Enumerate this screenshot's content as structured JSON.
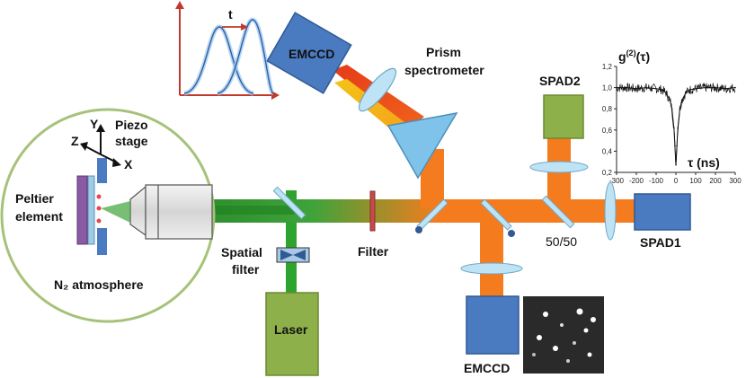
{
  "labels": {
    "emccd_top": "EMCCD",
    "prism_line1": "Prism",
    "prism_line2": "spectrometer",
    "spad2": "SPAD2",
    "spad1": "SPAD1",
    "beamsplitter": "50/50",
    "filter": "Filter",
    "spatial_filter_line1": "Spatial",
    "spatial_filter_line2": "filter",
    "laser": "Laser",
    "emccd_bottom": "EMCCD",
    "peltier_line1": "Peltier",
    "peltier_line2": "element",
    "n2_atmosphere": "N₂ atmosphere",
    "piezo_line1": "Piezo",
    "piezo_line2": "stage",
    "axis_y": "Y",
    "axis_z": "Z",
    "axis_x": "X",
    "time_label": "t"
  },
  "colors": {
    "emission_beam": "#f57c1e",
    "excitation_beam": "#2ea32e",
    "detector_blue": "#4a7abf",
    "laser_green": "#8db04a",
    "prism": "#7fc3ea",
    "lens": "#bde3f5",
    "peltier": "#8a5aa5",
    "enclosure_outline": "#a6c27a",
    "trace": "#111111"
  },
  "chart_data": {
    "type": "line",
    "title": "g(2)(τ)",
    "xlabel": "τ (ns)",
    "ylabel": "",
    "xlim": [
      -300,
      300
    ],
    "ylim": [
      0.2,
      1.2
    ],
    "xticks": [
      "-300",
      "-200",
      "-100",
      "0",
      "100",
      "200",
      "300"
    ],
    "yticks": [
      "0,2",
      "0,4",
      "0,6",
      "0,8",
      "1,0",
      "1,2"
    ],
    "x": [
      -300,
      -250,
      -200,
      -150,
      -100,
      -70,
      -50,
      -30,
      -20,
      -10,
      -5,
      0,
      5,
      10,
      20,
      30,
      50,
      70,
      100,
      150,
      200,
      250,
      300
    ],
    "series": [
      {
        "values": [
          1.0,
          1.0,
          0.99,
          1.0,
          0.99,
          0.98,
          0.95,
          0.88,
          0.8,
          0.62,
          0.45,
          0.27,
          0.45,
          0.62,
          0.8,
          0.88,
          0.95,
          0.98,
          0.99,
          1.0,
          1.0,
          0.99,
          1.0
        ]
      }
    ]
  }
}
